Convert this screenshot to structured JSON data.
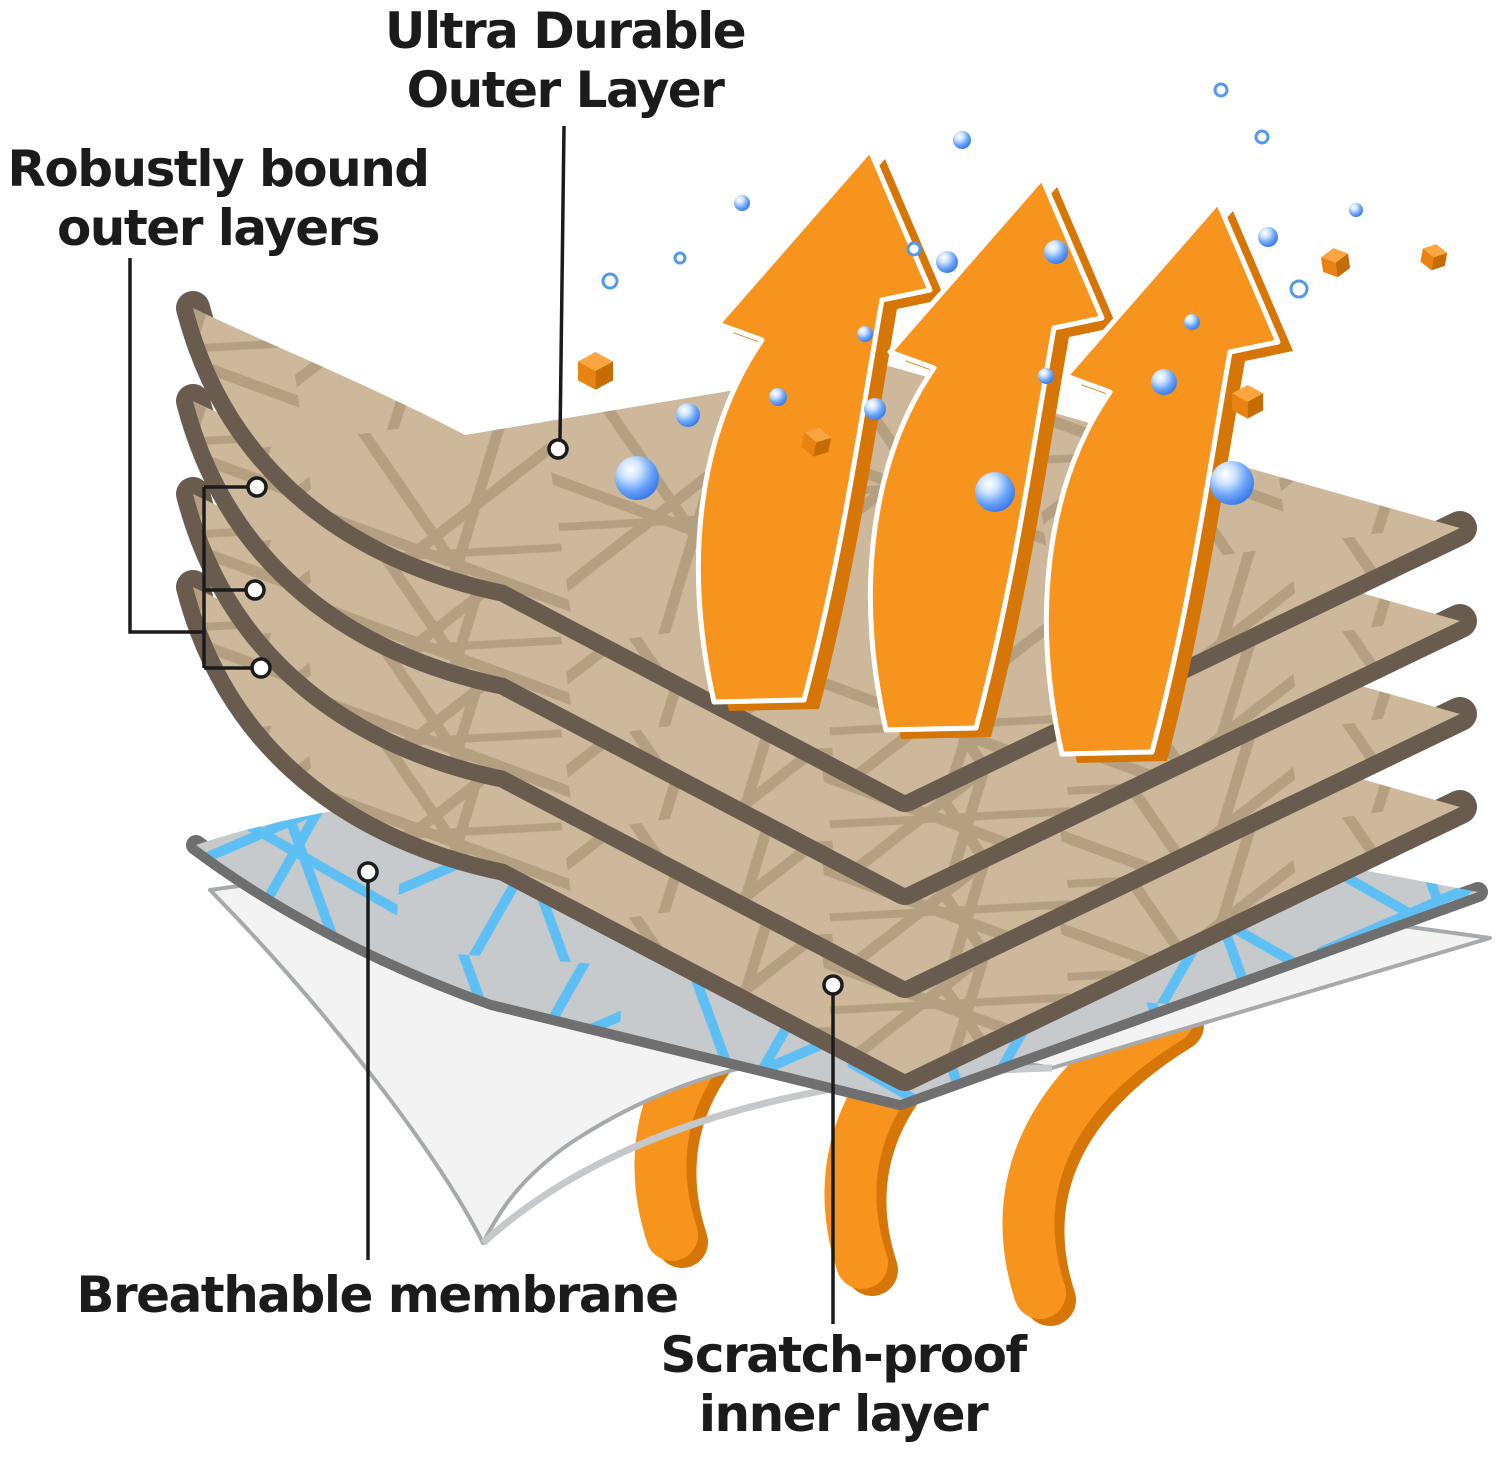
{
  "labels": {
    "ultra_durable": {
      "line1": "Ultra Durable",
      "line2": "Outer Layer"
    },
    "robust_bound": {
      "line1": "Robustly bound",
      "line2": "outer layers"
    },
    "breathable": {
      "text": "Breathable membrane"
    },
    "scratch_proof": {
      "line1": "Scratch-proof",
      "line2": "inner layer"
    }
  },
  "colors": {
    "fabric_tan": "#cdb89b",
    "fabric_thread": "#b19c7e",
    "layer_edge_brown": "#6a5b4f",
    "membrane_gray": "#c6cacd",
    "membrane_mesh_blue": "#57bff7",
    "membrane_edge_gray": "#6f6f6f",
    "inner_layer_white": "#f3f3f3",
    "inner_layer_edge": "#a7aaad",
    "arrow_orange": "#f7941d",
    "arrow_orange_dark": "#d67607",
    "droplet_blue": "#4d94f7",
    "text_color": "#1b1b1b"
  }
}
